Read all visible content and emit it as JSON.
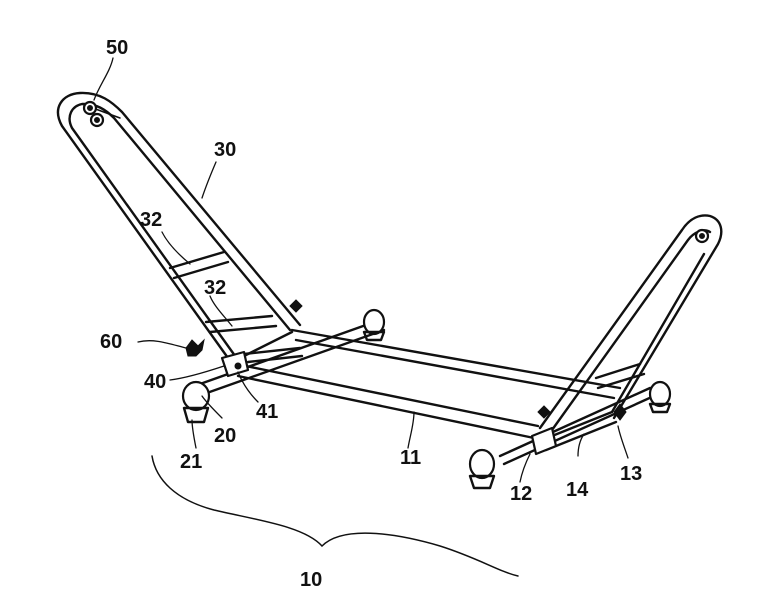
{
  "figure": {
    "labels": {
      "frame_assembly": "10",
      "base_rail": "11",
      "rear_tube": "12",
      "foot_clamp": "13",
      "rear_brace": "14",
      "front_crossbar": "20",
      "foot_pad": "21",
      "back_frame": "30",
      "back_rung_upper": "32",
      "back_rung_lower": "32",
      "hinge": "40",
      "hinge_pin": "41",
      "top_pivot": "50",
      "lock_knob": "60"
    }
  }
}
